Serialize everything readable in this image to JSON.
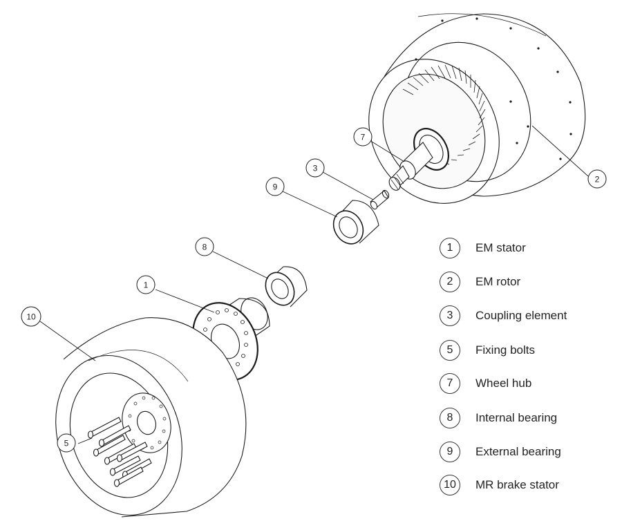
{
  "callouts": [
    {
      "id": "c2",
      "number": "2"
    },
    {
      "id": "c7",
      "number": "7"
    },
    {
      "id": "c3",
      "number": "3"
    },
    {
      "id": "c9",
      "number": "9"
    },
    {
      "id": "c8",
      "number": "8"
    },
    {
      "id": "c1",
      "number": "1"
    },
    {
      "id": "c10",
      "number": "10"
    },
    {
      "id": "c5",
      "number": "5"
    }
  ],
  "legend": {
    "items": [
      {
        "number": "1",
        "label": "EM stator"
      },
      {
        "number": "2",
        "label": "EM rotor"
      },
      {
        "number": "3",
        "label": "Coupling element"
      },
      {
        "number": "5",
        "label": "Fixing bolts"
      },
      {
        "number": "7",
        "label": "Wheel hub"
      },
      {
        "number": "8",
        "label": "Internal bearing"
      },
      {
        "number": "9",
        "label": "External bearing"
      },
      {
        "number": "10",
        "label": "MR brake stator"
      }
    ]
  }
}
